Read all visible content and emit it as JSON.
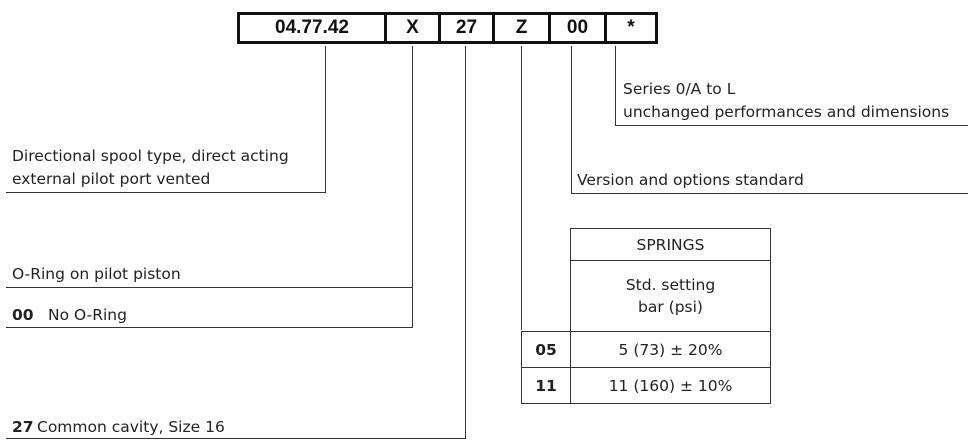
{
  "code": {
    "segments": [
      "04.77.42",
      "X",
      "27",
      "Z",
      "00",
      "*"
    ]
  },
  "descriptions": {
    "series_line1": "Series 0/A to L",
    "series_line2": "unchanged performances and dimensions",
    "spool_line1": "Directional spool type, direct acting",
    "spool_line2": "external pilot port vented",
    "version": "Version and options standard",
    "oring_title": "O-Ring on pilot piston",
    "oring_code": "00",
    "oring_desc": "No O-Ring",
    "cavity_code": "27",
    "cavity_desc": "Common cavity, Size 16"
  },
  "springs": {
    "header": "SPRINGS",
    "subheader_line1": "Std. setting",
    "subheader_line2": "bar (psi)",
    "rows": [
      {
        "code": "05",
        "value": "5 (73) ± 20%"
      },
      {
        "code": "11",
        "value": "11 (160) ± 10%"
      }
    ]
  }
}
